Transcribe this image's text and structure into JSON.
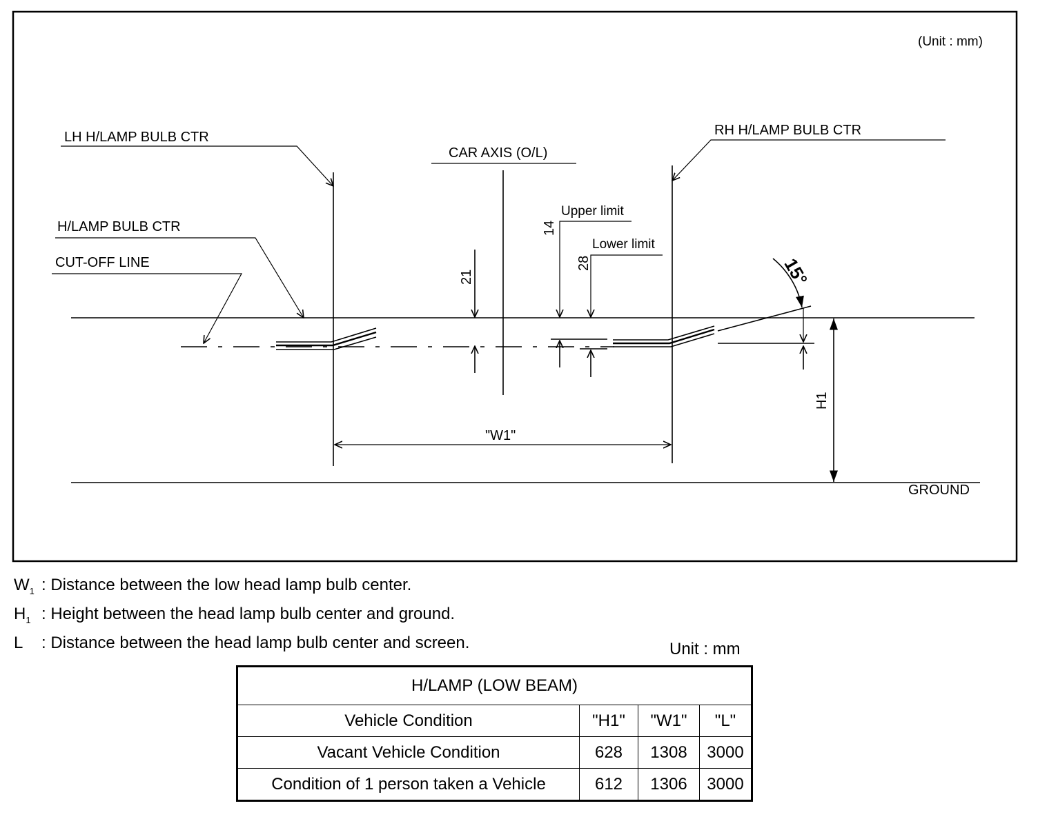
{
  "diagram": {
    "unit_label": "(Unit : mm)",
    "lh_bulb_ctr": "LH H/LAMP BULB CTR",
    "rh_bulb_ctr": "RH H/LAMP BULB CTR",
    "car_axis": "CAR AXIS (O/L)",
    "hlamp_bulb_ctr": "H/LAMP BULB CTR",
    "cutoff_line": "CUT-OFF  LINE",
    "upper_limit": "Upper limit",
    "lower_limit": "Lower limit",
    "dim_21": "21",
    "dim_14": "14",
    "dim_28": "28",
    "angle": "15°",
    "h1": "H1",
    "w1": "\"W1\"",
    "ground": "GROUND"
  },
  "legend": [
    {
      "key": "W",
      "sub": "1",
      "text": ": Distance between the low head lamp bulb center."
    },
    {
      "key": "H",
      "sub": "1",
      "text": ": Height between the head lamp bulb center and ground."
    },
    {
      "key": "L",
      "sub": "",
      "text": ": Distance between the head lamp bulb center and screen."
    }
  ],
  "table": {
    "unit": "Unit : mm",
    "title": "H/LAMP (LOW BEAM)",
    "headers": [
      "Vehicle Condition",
      "\"H1\"",
      "\"W1\"",
      "\"L\""
    ],
    "rows": [
      [
        "Vacant Vehicle Condition",
        "628",
        "1308",
        "3000"
      ],
      [
        "Condition of 1 person taken a Vehicle",
        "612",
        "1306",
        "3000"
      ]
    ]
  }
}
